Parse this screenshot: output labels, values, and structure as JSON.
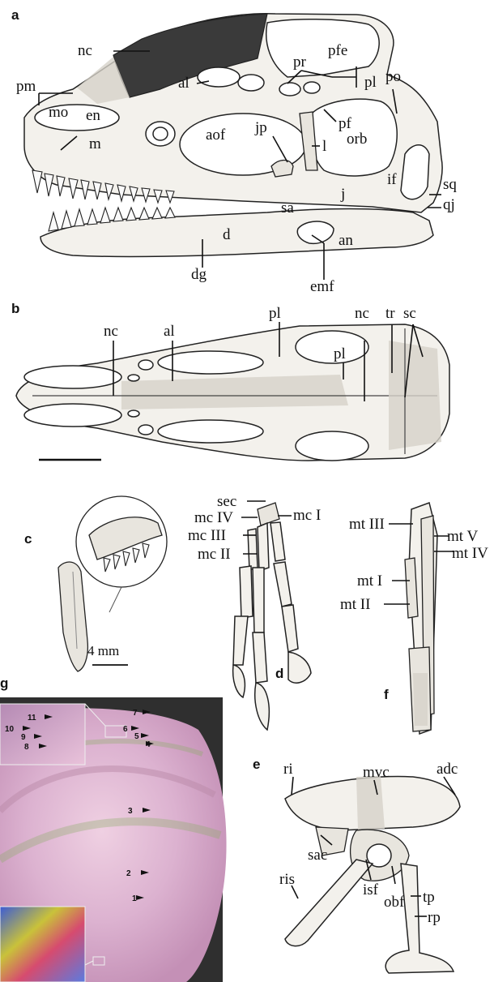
{
  "panels": {
    "a": {
      "letter": "a",
      "labels": {
        "nc": "nc",
        "pfe": "pfe",
        "pr": "pr",
        "pl": "pl",
        "po": "po",
        "pm": "pm",
        "al": "al",
        "mo": "mo",
        "en": "en",
        "m": "m",
        "pf": "pf",
        "aof": "aof",
        "jp": "jp",
        "l": "l",
        "orb": "orb",
        "if": "if",
        "sq": "sq",
        "j": "j",
        "qj": "qj",
        "sa": "sa",
        "d": "d",
        "an": "an",
        "dg": "dg",
        "emf": "emf"
      }
    },
    "b": {
      "letter": "b",
      "labels": {
        "nc": "nc",
        "al": "al",
        "pl_top": "pl",
        "nc2": "nc",
        "tr": "tr",
        "sc": "sc",
        "pl_mid": "pl"
      }
    },
    "c": {
      "letter": "c",
      "scale": "4 mm"
    },
    "d": {
      "letter": "d",
      "labels": {
        "sec": "sec",
        "mc_iv": "mc IV",
        "mc_i": "mc I",
        "mc_iii": "mc III",
        "mc_ii": "mc II"
      }
    },
    "f": {
      "letter": "f",
      "labels": {
        "mt_iii": "mt III",
        "mt_v": "mt V",
        "mt_iv": "mt IV",
        "mt_i": "mt I",
        "mt_ii": "mt II"
      }
    },
    "g": {
      "letter": "g",
      "marks": [
        "1",
        "2",
        "3",
        "4",
        "5",
        "6",
        "7",
        "8",
        "9",
        "10",
        "11"
      ]
    },
    "e": {
      "letter": "e",
      "labels": {
        "ri": "ri",
        "mvc": "mvc",
        "adc": "adc",
        "sac": "sac",
        "ris": "ris",
        "isf": "isf",
        "obf": "obf",
        "tp": "tp",
        "rp": "rp"
      }
    }
  },
  "colors": {
    "ink": "#111111",
    "bone": "#f3f1ec",
    "nasal_crest": "#3a3a3a",
    "thin_section_pink": "#d9a6c8",
    "thin_section_dark": "#2d2d2d"
  }
}
